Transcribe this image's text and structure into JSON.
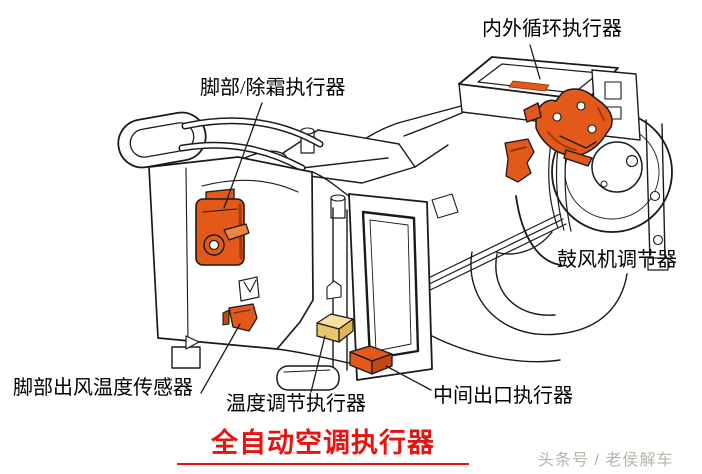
{
  "figure": {
    "type": "technical-diagram",
    "subject": "automotive HVAC actuator locations",
    "title": "全自动空调执行器",
    "watermark": "头条号 / 老侯解车",
    "labels": {
      "intake_circulation": "内外循环执行器",
      "foot_defrost": "脚部/除霜执行器",
      "blower_regulator": "鼓风机调节器",
      "foot_outlet_temp_sensor": "脚部出风温度传感器",
      "temp_adjust": "温度调节执行器",
      "middle_outlet": "中间出口执行器"
    },
    "colors": {
      "highlight_orange": "#e2591a",
      "highlight_orange_shade": "#a23a0a",
      "highlight_yellow": "#f2d489",
      "title_red": "#e81212",
      "line_black": "#1a1a1a",
      "watermark_gray": "#aca69d"
    }
  }
}
